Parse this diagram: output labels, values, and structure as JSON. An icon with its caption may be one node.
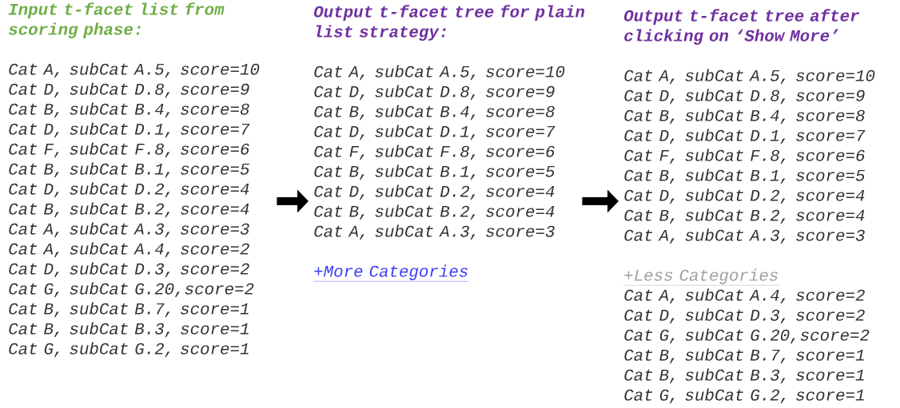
{
  "diagram": {
    "nodes": [
      {
        "text": [
          "Input t-facet list from scoring phase:",
          "Cat A, subCat A.5, score=10",
          "Cat D, subCat D.8, score=9",
          "Cat B, subCat B.4, score=8",
          "Cat D, subCat D.1, score=7",
          "Cat F, subCat F.8, score=6",
          "Cat B, subCat B.1, score=5",
          "Cat D, subCat D.2, score=4",
          "Cat B, subCat B.2, score=4",
          "Cat A, subCat A.3, score=3",
          "Cat A, subCat A.4, score=2",
          "Cat D, subCat D.3, score=2",
          "Cat G, subCat G.20,score=2",
          "Cat B, subCat B.7, score=1",
          "Cat B, subCat B.3, score=1",
          "Cat G, subCat G.2, score=1"
        ]
      },
      {
        "text": [
          "Output t-facet tree for plain list strategy:",
          "Cat A, subCat A.5, score=10",
          "Cat D, subCat D.8, score=9",
          "Cat B, subCat B.4, score=8",
          "Cat D, subCat D.1, score=7",
          "Cat F, subCat F.8, score=6",
          "Cat B, subCat B.1, score=5",
          "Cat D, subCat D.2, score=4",
          "Cat B, subCat B.2, score=4",
          "Cat A, subCat A.3, score=3",
          "+More Categories"
        ]
      },
      {
        "text": [
          "Output t-facet tree after clicking on ‘Show More’",
          "Cat A, subCat A.5, score=10",
          "Cat D, subCat D.8, score=9",
          "Cat B, subCat B.4, score=8",
          "Cat D, subCat D.1, score=7",
          "Cat F, subCat F.8, score=6",
          "Cat B, subCat B.1, score=5",
          "Cat D, subCat D.2, score=4",
          "Cat B, subCat B.2, score=4",
          "Cat A, subCat A.3, score=3",
          "+Less Categories",
          "Cat A, subCat A.4, score=2",
          "Cat D, subCat D.3, score=2",
          "Cat G, subCat G.20,score=2",
          "Cat B, subCat B.7, score=1",
          "Cat B, subCat B.3, score=1",
          "Cat G, subCat G.2, score=1"
        ]
      }
    ],
    "edges": [
      {
        "from": 0,
        "to": 1,
        "arrow": "to"
      },
      {
        "from": 1,
        "to": 2,
        "arrow": "to"
      }
    ]
  }
}
